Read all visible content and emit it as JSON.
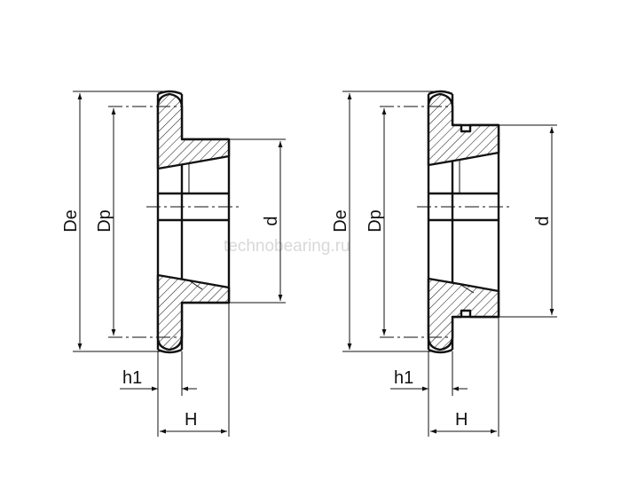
{
  "watermark": "technobearing.ru",
  "left_view": {
    "label_de": "De",
    "label_dp": "Dp",
    "label_d": "d",
    "label_h1": "h1",
    "label_h": "H"
  },
  "right_view": {
    "label_de": "De",
    "label_dp": "Dp",
    "label_d": "d",
    "label_h1": "h1",
    "label_h": "H"
  }
}
